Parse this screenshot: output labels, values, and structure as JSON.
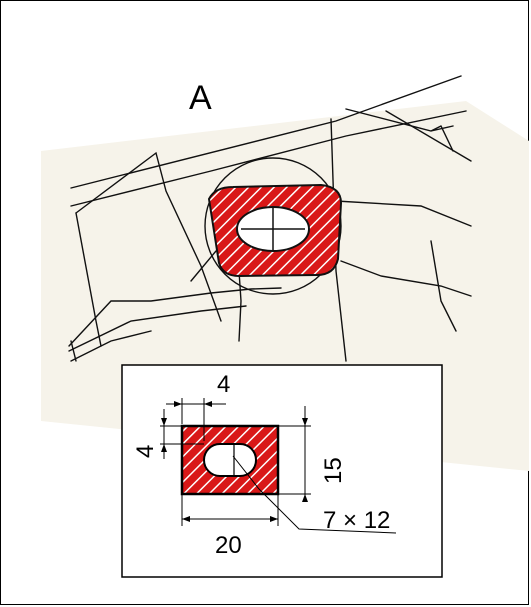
{
  "view_label": "А",
  "colors": {
    "section_fill": "#d91818",
    "hatch": "#ffffff",
    "line": "#111111",
    "paper": "#f6f3ea",
    "frame": "#000000"
  },
  "detail": {
    "dim_offset": "4",
    "dim_offset_vertical": "4",
    "dim_height": "15",
    "dim_width": "20",
    "hole_size": "7 × 12"
  }
}
